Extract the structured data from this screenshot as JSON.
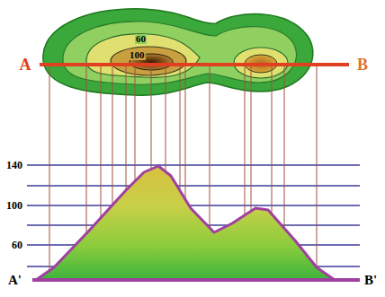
{
  "diagram": {
    "labels": [
      "60",
      "100",
      "A",
      "B",
      "140",
      "100",
      "60",
      "A'",
      "B'"
    ]
  }
}
